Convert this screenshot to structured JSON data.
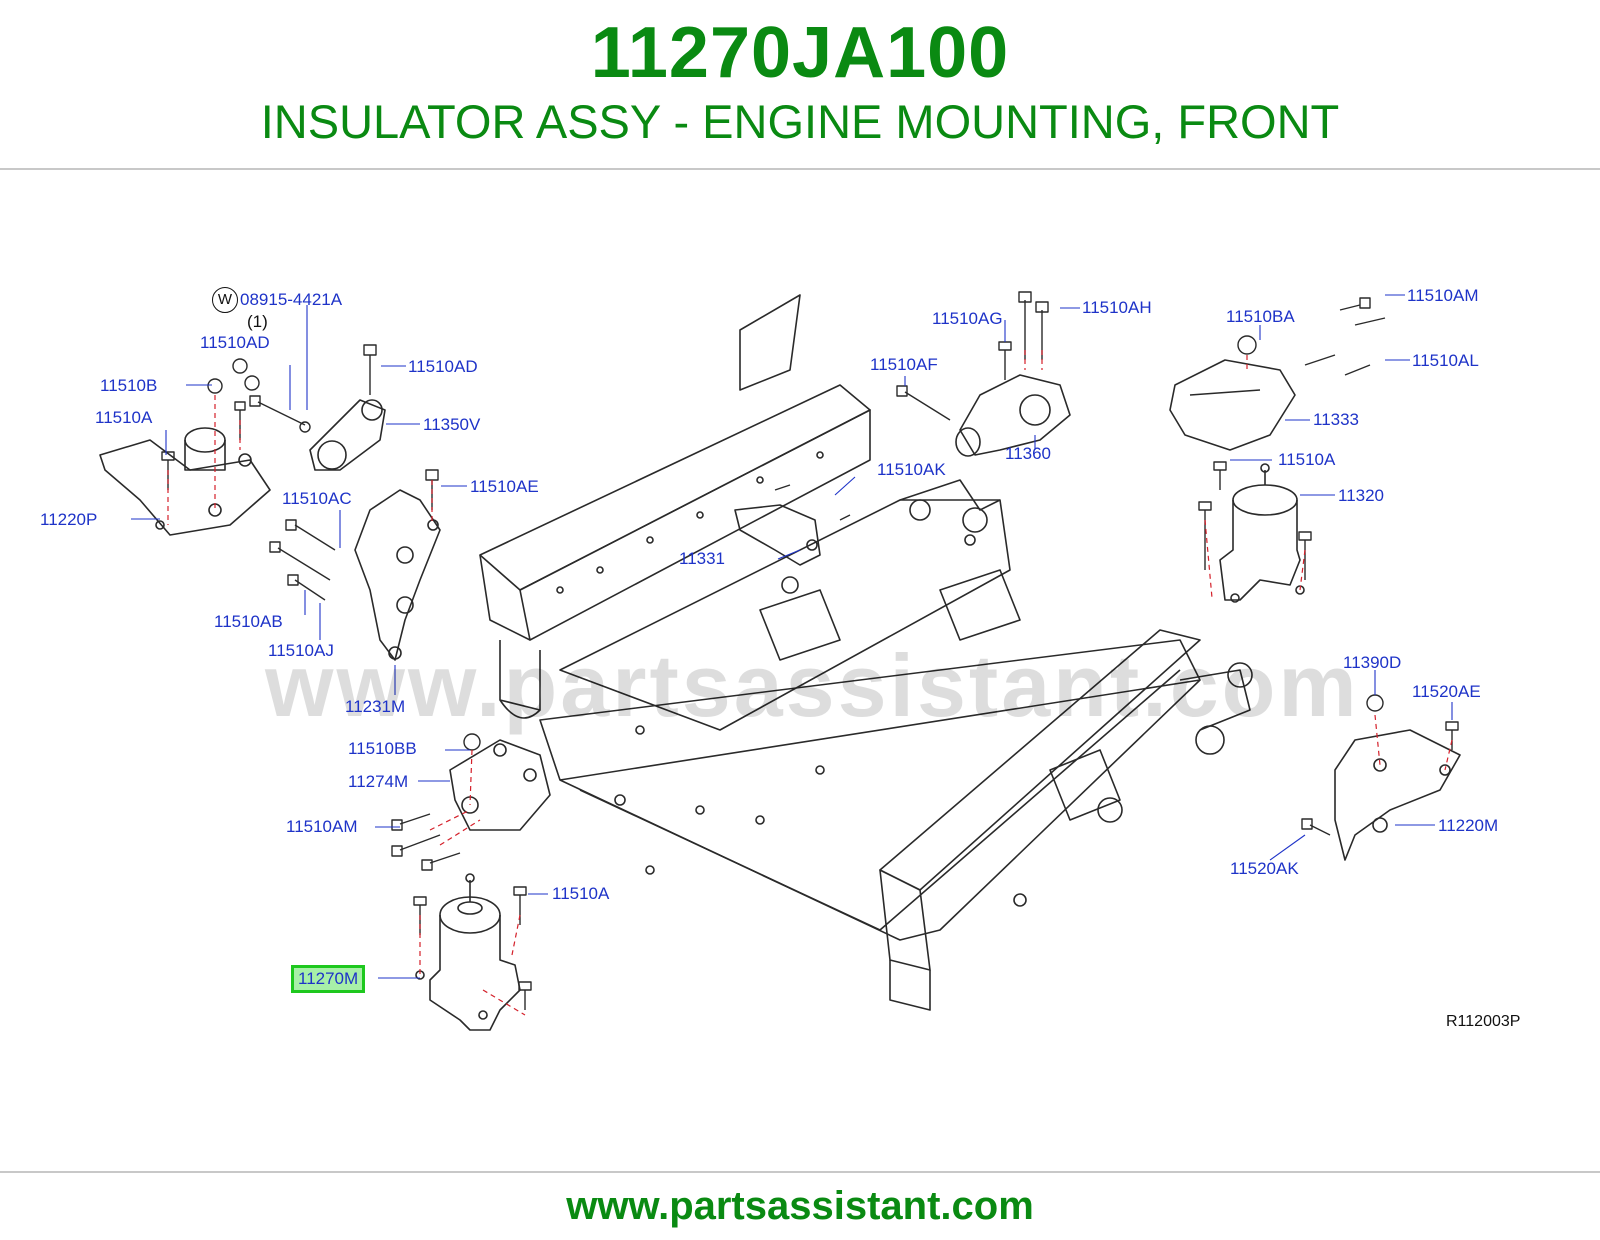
{
  "header": {
    "part_number": "11270JA100",
    "part_title": "INSULATOR ASSY - ENGINE MOUNTING, FRONT"
  },
  "diagram": {
    "watermark": "www.partsassistant.com",
    "code": "R112003P",
    "w_symbol": "W",
    "labels": {
      "l_08915": "08915-4421A",
      "l_qty1": "(1)",
      "l_11510ad_a": "11510AD",
      "l_11510ad_b": "11510AD",
      "l_11510b": "11510B",
      "l_11510a_a": "11510A",
      "l_11350v": "11350V",
      "l_11220p": "11220P",
      "l_11510ac": "11510AC",
      "l_11510ae": "11510AE",
      "l_11510ab": "11510AB",
      "l_11510aj": "11510AJ",
      "l_11231m": "11231M",
      "l_11510bb": "11510BB",
      "l_11274m": "11274M",
      "l_11510am_a": "11510AM",
      "l_11510a_b": "11510A",
      "l_11270m": "11270M",
      "l_11510ag": "11510AG",
      "l_11510ah": "11510AH",
      "l_11510af": "11510AF",
      "l_11360": "11360",
      "l_11510ak": "11510AK",
      "l_11331": "11331",
      "l_11510ba": "11510BA",
      "l_11510am_b": "11510AM",
      "l_11510al": "11510AL",
      "l_11333": "11333",
      "l_11510a_c": "11510A",
      "l_11320": "11320",
      "l_11390d": "11390D",
      "l_11520ae": "11520AE",
      "l_11220m": "11220M",
      "l_11520ak": "11520AK"
    }
  },
  "footer": {
    "url": "www.partsassistant.com"
  }
}
